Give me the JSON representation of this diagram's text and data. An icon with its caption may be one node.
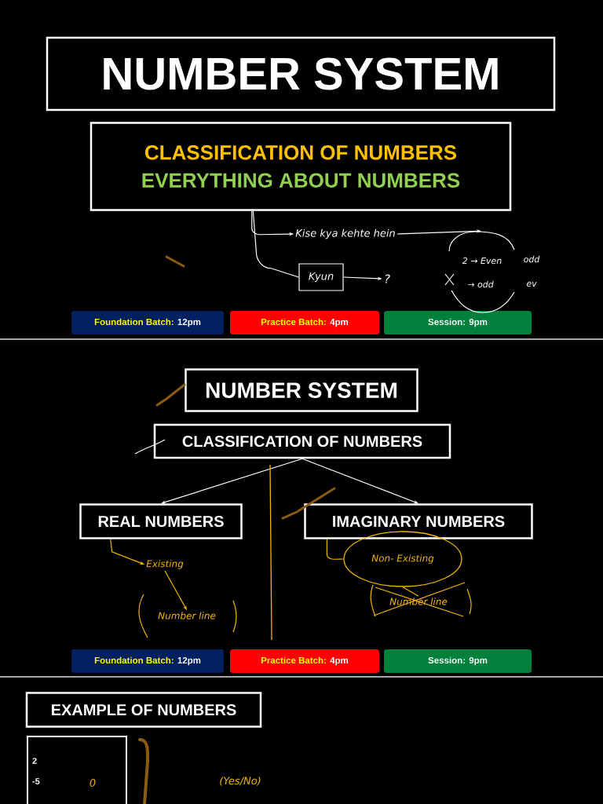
{
  "diagram": {
    "nodes": [
      {
        "text": [
          "NUMBER SYSTEM"
        ]
      },
      {
        "text": [
          "CLASSIFICATION OF NUMBERS",
          "EVERYTHING ABOUT NUMBERS"
        ]
      },
      {
        "text": [
          "Kise kya kehte hein"
        ]
      },
      {
        "text": [
          "Kyun"
        ]
      },
      {
        "text": [
          "?"
        ]
      },
      {
        "text": [
          "Foundation Batch:",
          "12pm"
        ]
      },
      {
        "text": [
          "Practice Batch:",
          "4pm"
        ]
      },
      {
        "text": [
          "Session: 9pm"
        ]
      },
      {
        "text": [
          "NUMBER SYSTEM"
        ]
      },
      {
        "text": [
          "CLASSIFICATION OF NUMBERS"
        ]
      },
      {
        "text": [
          "REAL NUMBERS"
        ]
      },
      {
        "text": [
          "IMAGINARY NUMBERS"
        ]
      },
      {
        "text": [
          "Existing"
        ]
      },
      {
        "text": [
          "Number line"
        ]
      },
      {
        "text": [
          "Non- Existing"
        ]
      },
      {
        "text": [
          "Number line"
        ]
      },
      {
        "text": [
          "Foundation Batch:",
          "12pm"
        ]
      },
      {
        "text": [
          "Practice Batch:",
          "4pm"
        ]
      },
      {
        "text": [
          "Session: 9pm"
        ]
      },
      {
        "text": [
          "EXAMPLE OF NUMBERS"
        ]
      },
      {
        "text": [
          "2",
          "-5"
        ]
      },
      {
        "text": [],
        "shape": "circle"
      }
    ],
    "edges": [
      {
        "from": 1,
        "to": 2,
        "arrow": "to"
      },
      {
        "from": 1,
        "to": 3,
        "arrow": "none"
      },
      {
        "from": 3,
        "to": 4,
        "arrow": "to"
      },
      {
        "from": 2,
        "to": 21,
        "arrow": "to"
      },
      {
        "from": 9,
        "to": 10,
        "arrow": "to"
      },
      {
        "from": 9,
        "to": 11,
        "arrow": "to"
      },
      {
        "from": 10,
        "to": 12,
        "arrow": "to",
        "color": "#f5b400"
      },
      {
        "from": 12,
        "to": 13,
        "arrow": "to",
        "color": "#f5b400"
      },
      {
        "from": 11,
        "to": 14,
        "arrow": "none",
        "color": "#f5b400"
      },
      {
        "from": 14,
        "to": 15,
        "arrow": "none",
        "color": "#f5b400"
      }
    ],
    "labels": [
      "2 → Even",
      "odd",
      "→ odd",
      "ev",
      "0",
      "(Yes/No)"
    ]
  }
}
